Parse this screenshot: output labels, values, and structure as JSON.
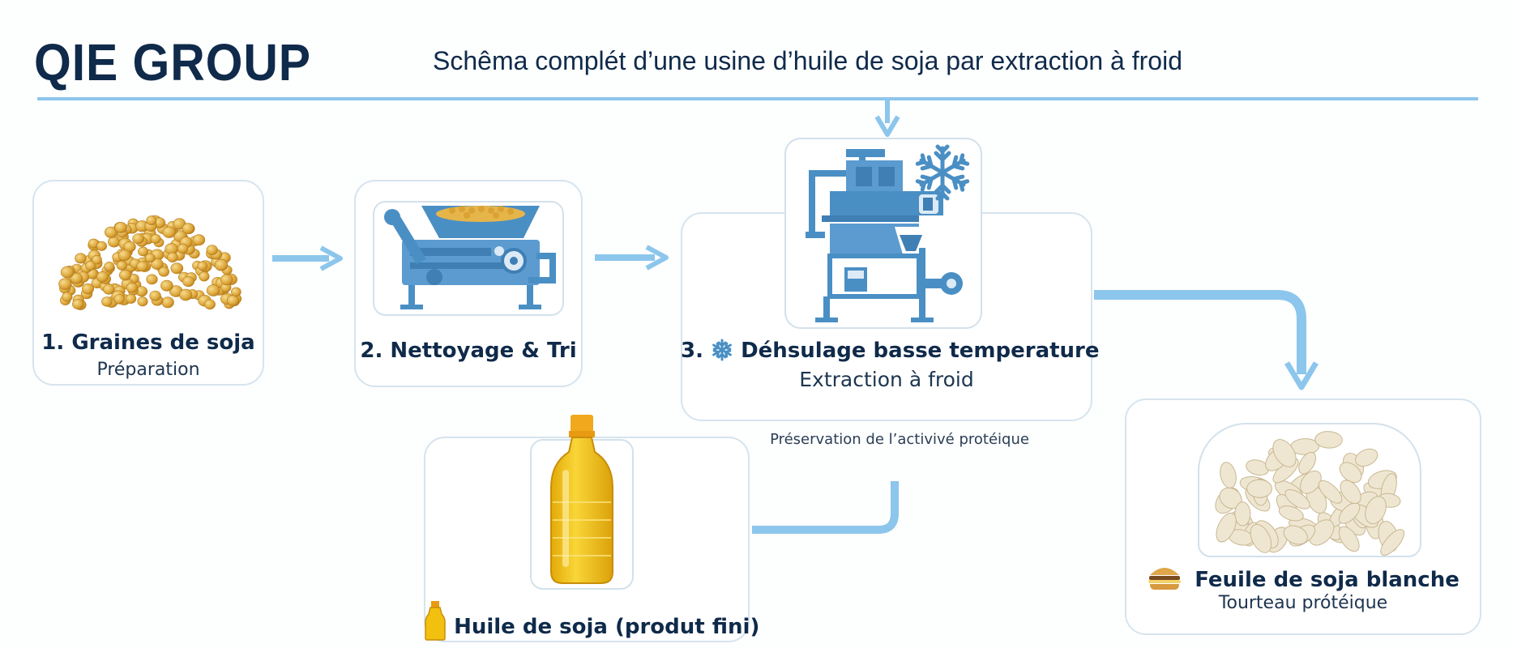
{
  "header": {
    "brand": "QIE GROUP",
    "title": "Schêma complét d’une usine d’huile de soja par extraction à froid"
  },
  "steps": {
    "s1": {
      "title": "1. Graines de soja",
      "subtitle": "Préparation"
    },
    "s2": {
      "title": "2. Nettoyage & Tri"
    },
    "s3": {
      "prefix": "3.",
      "title": "Déhsulage basse temperature",
      "subtitle": "Extraction à froid",
      "note": "Préservation de l’activivé protéique"
    },
    "oil": {
      "title": "Huile de soja (produt fini)"
    },
    "cake": {
      "title": "Feuile de soja blanche",
      "subtitle": "Tourteau prótéique"
    }
  },
  "colors": {
    "accent": "#8cc6ec",
    "machine": "#4a8fc4",
    "dark_text": "#0f2a4a",
    "oil": "#f2c10f"
  },
  "icons": [
    "soybean-pile",
    "cleaning-machine",
    "dehuller-machine",
    "snowflake-icon",
    "oil-bottle",
    "soy-flakes",
    "bottle-icon",
    "burger-icon"
  ]
}
